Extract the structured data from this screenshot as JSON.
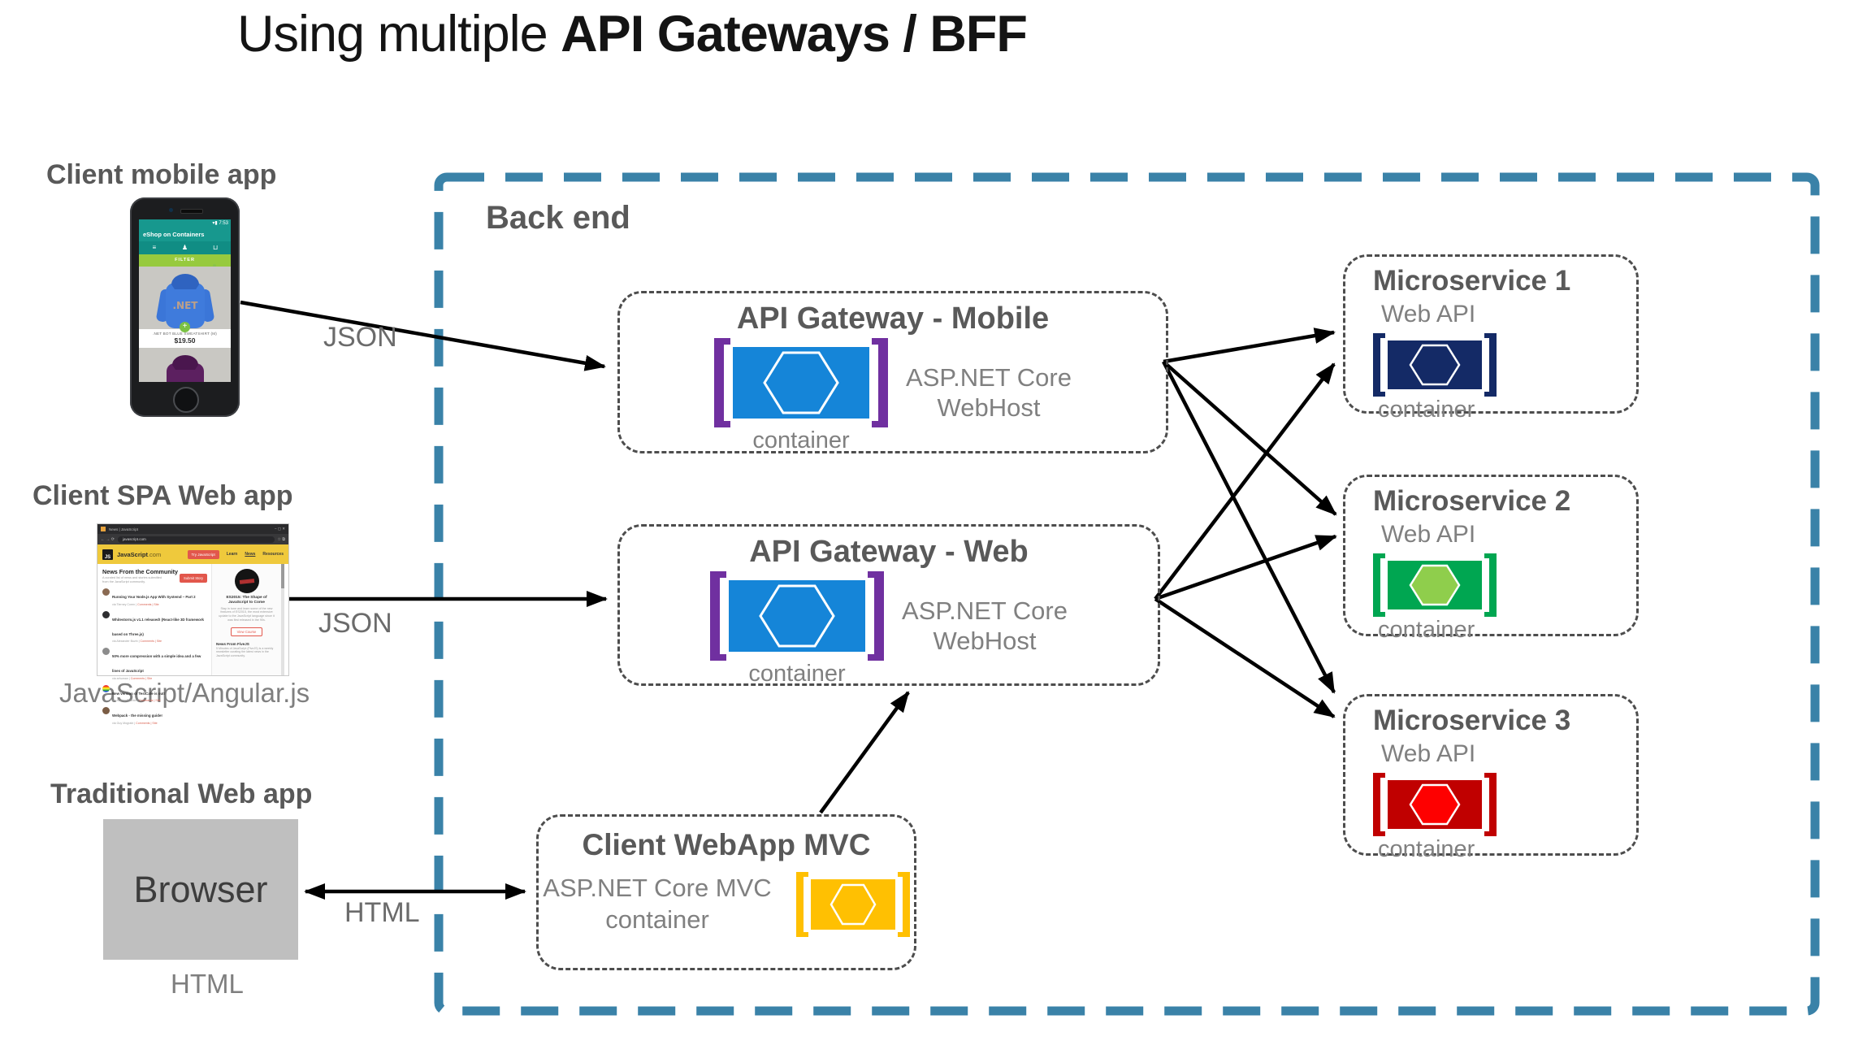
{
  "title": {
    "prefix": "Using multiple ",
    "bold": "API Gateways / BFF"
  },
  "labels": {
    "backend": "Back end",
    "json_mobile": "JSON",
    "json_spa": "JSON",
    "html_arrow": "HTML"
  },
  "clients": {
    "mobile_label": "Client mobile app",
    "spa_label": "Client SPA Web app",
    "spa_caption": "JavaScript/Angular.js",
    "traditional_label": "Traditional Web app",
    "browser_box": "Browser",
    "browser_caption": "HTML"
  },
  "colors": {
    "backend_border": "#3a82a8",
    "gateway_blue": "#1585d8",
    "bracket_purple": "#7030a0",
    "ms1_navy": "#142a66",
    "ms2_green": "#00a651",
    "ms2_hex": "#8fce4c",
    "ms3_red": "#c00000",
    "ms3_hex": "#fe0000",
    "mvc_amber": "#ffc002"
  },
  "gateways": {
    "mobile": {
      "title": "API Gateway - Mobile",
      "tech_line1": "ASP.NET Core",
      "tech_line2": "WebHost",
      "container_label": "container",
      "icon": {
        "body_color": "#1585d8",
        "hex_fill": "#1585d8",
        "bracket_color": "#7030a0"
      }
    },
    "web": {
      "title": "API Gateway - Web",
      "tech_line1": "ASP.NET Core",
      "tech_line2": "WebHost",
      "container_label": "container",
      "icon": {
        "body_color": "#1585d8",
        "hex_fill": "#1585d8",
        "bracket_color": "#7030a0"
      }
    }
  },
  "mvc": {
    "title": "Client WebApp MVC",
    "tech_line1": "ASP.NET Core MVC",
    "tech_line2": "container",
    "icon": {
      "body_color": "#ffc002",
      "hex_fill": "#ffc002",
      "bracket_color": "#ffc002"
    }
  },
  "microservices": [
    {
      "title": "Microservice 1",
      "subtitle": "Web API",
      "container_label": "container",
      "icon": {
        "body_color": "#142a66",
        "hex_fill": "#142a66",
        "bracket_color": "#142a66"
      }
    },
    {
      "title": "Microservice 2",
      "subtitle": "Web API",
      "container_label": "container",
      "icon": {
        "body_color": "#00a651",
        "hex_fill": "#8fce4c",
        "bracket_color": "#00a651"
      }
    },
    {
      "title": "Microservice 3",
      "subtitle": "Web API",
      "container_label": "container",
      "icon": {
        "body_color": "#c00000",
        "hex_fill": "#fe0000",
        "bracket_color": "#c00000"
      }
    }
  ],
  "phone_app": {
    "status_icons": "▾▮",
    "time": "7:53",
    "header": "eShop on Containers",
    "menu_glyph": "≡",
    "person_glyph": "♟",
    "cart_glyph": "⊔",
    "filter": "FILTER",
    "logo": ".NET",
    "product_name": ".NET BOT BLUE SWEATSHIRT (M)",
    "price": "$19.50"
  },
  "spa_site": {
    "tab": "News | JavaScript",
    "window_controls": "–  ▢  ✕",
    "nav_arrows": "←  →  ⟳",
    "url": "javascript.com",
    "star": "☆  ⧉",
    "logo_js": "JS",
    "logo_name": "JavaScript",
    "logo_suffix": ".com",
    "try_button": "Try JavaScript",
    "nav1": "Learn",
    "nav2": "News",
    "nav3": "Resources",
    "heading": "News From the Community",
    "subheading": "A curated list of news and stories submitted from the JavaScript community.",
    "submit_button": "Submit Story",
    "items": [
      {
        "headline": "Running Your Node.js App With Systemd – Part 2",
        "via": "via Tierney Coren",
        "links": "Comments | Site"
      },
      {
        "headline": "Whitestorm.js v1.1 released! (React-like 3D framework based on Three.js)",
        "via": "via Alexander Buzin",
        "links": "Comments | Site"
      },
      {
        "headline": "50% more compression with a simple idea and a few lines of JavaScript",
        "via": "via arhuman",
        "links": "Comments | Site"
      },
      {
        "headline": "New version of TestCafe is out!",
        "via": "via Andrey Charkin",
        "links": "Comments | Site"
      },
      {
        "headline": "Webpack - the missing guide!",
        "via": "via Guy Mograbi",
        "links": "Comments | Site"
      }
    ],
    "sidebar": {
      "course_title": "ES2015: The Shape of JavaScript to Come",
      "course_desc": "Stay in tune and learn some of the new features of ES2015, the most extensive update to the JavaScript language since it was first released in the 90s.",
      "view_button": "View Course",
      "news_title": "News From FiveJS",
      "news_desc": "5 Minutes of JavaScript (FiveJS) is a weekly newsletter curating the latest news in the JavaScript community."
    }
  }
}
